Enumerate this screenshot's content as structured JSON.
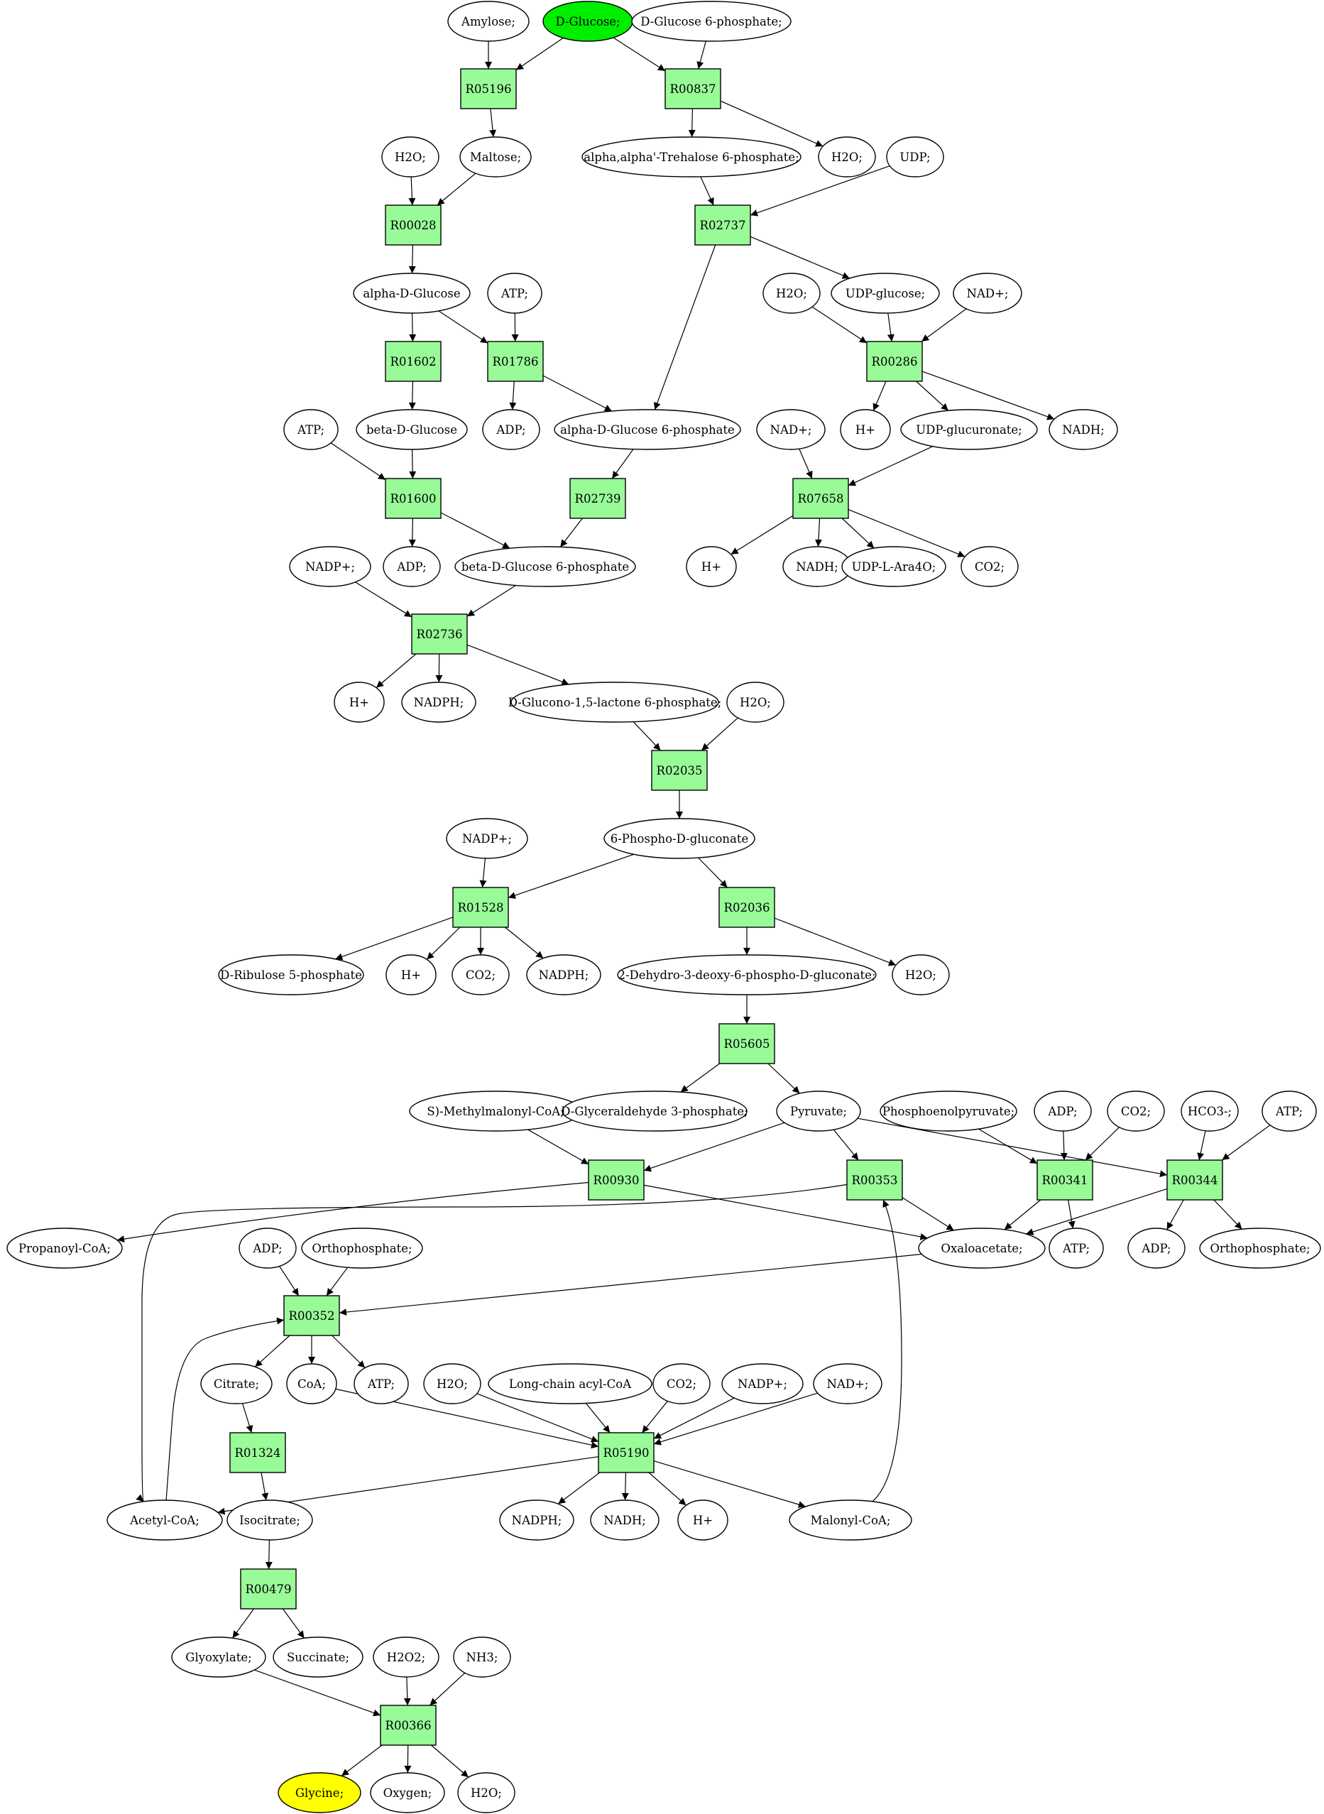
{
  "nodes": [
    {
      "id": "amylose",
      "label": "Amylose;",
      "shape": "ellipse"
    },
    {
      "id": "dglucose",
      "label": "D-Glucose;",
      "shape": "ellipse",
      "highlight": "#00ee00"
    },
    {
      "id": "dg6p",
      "label": "D-Glucose 6-phosphate;",
      "shape": "ellipse"
    },
    {
      "id": "R05196",
      "label": "R05196",
      "shape": "box"
    },
    {
      "id": "R00837",
      "label": "R00837",
      "shape": "box"
    },
    {
      "id": "maltose",
      "label": "Maltose;",
      "shape": "ellipse"
    },
    {
      "id": "h2o_1",
      "label": "H2O;",
      "shape": "ellipse"
    },
    {
      "id": "trehalose6p",
      "label": "alpha,alpha'-Trehalose 6-phosphate;",
      "shape": "ellipse"
    },
    {
      "id": "h2o_2",
      "label": "H2O;",
      "shape": "ellipse"
    },
    {
      "id": "udp",
      "label": "UDP;",
      "shape": "ellipse"
    },
    {
      "id": "R00028",
      "label": "R00028",
      "shape": "box"
    },
    {
      "id": "R02737",
      "label": "R02737",
      "shape": "box"
    },
    {
      "id": "alphadglucose",
      "label": "alpha-D-Glucose",
      "shape": "ellipse"
    },
    {
      "id": "atp_1",
      "label": "ATP;",
      "shape": "ellipse"
    },
    {
      "id": "h2o_3",
      "label": "H2O;",
      "shape": "ellipse"
    },
    {
      "id": "udpglucose",
      "label": "UDP-glucose;",
      "shape": "ellipse"
    },
    {
      "id": "nadp_1",
      "label": "NAD+;",
      "shape": "ellipse"
    },
    {
      "id": "R01602",
      "label": "R01602",
      "shape": "box"
    },
    {
      "id": "R01786",
      "label": "R01786",
      "shape": "box"
    },
    {
      "id": "R00286",
      "label": "R00286",
      "shape": "box"
    },
    {
      "id": "atp_2",
      "label": "ATP;",
      "shape": "ellipse"
    },
    {
      "id": "betadglucose",
      "label": "beta-D-Glucose",
      "shape": "ellipse"
    },
    {
      "id": "adp_1",
      "label": "ADP;",
      "shape": "ellipse"
    },
    {
      "id": "adg6p",
      "label": "alpha-D-Glucose 6-phosphate",
      "shape": "ellipse"
    },
    {
      "id": "nad_2",
      "label": "NAD+;",
      "shape": "ellipse"
    },
    {
      "id": "hplus_1",
      "label": "H+",
      "shape": "ellipse"
    },
    {
      "id": "udpglucuronate",
      "label": "UDP-glucuronate;",
      "shape": "ellipse"
    },
    {
      "id": "nadh_1",
      "label": "NADH;",
      "shape": "ellipse"
    },
    {
      "id": "R01600",
      "label": "R01600",
      "shape": "box"
    },
    {
      "id": "R02739",
      "label": "R02739",
      "shape": "box"
    },
    {
      "id": "R07658",
      "label": "R07658",
      "shape": "box"
    },
    {
      "id": "nadpplus_1",
      "label": "NADP+;",
      "shape": "ellipse"
    },
    {
      "id": "adp_2",
      "label": "ADP;",
      "shape": "ellipse"
    },
    {
      "id": "bdg6p",
      "label": "beta-D-Glucose 6-phosphate",
      "shape": "ellipse"
    },
    {
      "id": "hplus_2",
      "label": "H+",
      "shape": "ellipse"
    },
    {
      "id": "nadh_2",
      "label": "NADH;",
      "shape": "ellipse"
    },
    {
      "id": "udplara4o",
      "label": "UDP-L-Ara4O;",
      "shape": "ellipse"
    },
    {
      "id": "co2_1",
      "label": "CO2;",
      "shape": "ellipse"
    },
    {
      "id": "R02736",
      "label": "R02736",
      "shape": "box"
    },
    {
      "id": "hplus_3",
      "label": "H+",
      "shape": "ellipse"
    },
    {
      "id": "nadph_1",
      "label": "NADPH;",
      "shape": "ellipse"
    },
    {
      "id": "dglucono",
      "label": "D-Glucono-1,5-lactone 6-phosphate;",
      "shape": "ellipse"
    },
    {
      "id": "h2o_4",
      "label": "H2O;",
      "shape": "ellipse"
    },
    {
      "id": "R02035",
      "label": "R02035",
      "shape": "box"
    },
    {
      "id": "phosphogluconate",
      "label": "6-Phospho-D-gluconate",
      "shape": "ellipse"
    },
    {
      "id": "nadpplus_2",
      "label": "NADP+;",
      "shape": "ellipse"
    },
    {
      "id": "R01528",
      "label": "R01528",
      "shape": "box"
    },
    {
      "id": "R02036",
      "label": "R02036",
      "shape": "box"
    },
    {
      "id": "ribulose5p",
      "label": "D-Ribulose 5-phosphate",
      "shape": "ellipse"
    },
    {
      "id": "hplus_4",
      "label": "H+",
      "shape": "ellipse"
    },
    {
      "id": "co2_2",
      "label": "CO2;",
      "shape": "ellipse"
    },
    {
      "id": "nadph_2",
      "label": "NADPH;",
      "shape": "ellipse"
    },
    {
      "id": "kdpg",
      "label": "2-Dehydro-3-deoxy-6-phospho-D-gluconate;",
      "shape": "ellipse"
    },
    {
      "id": "h2o_5",
      "label": "H2O;",
      "shape": "ellipse"
    },
    {
      "id": "R05605",
      "label": "R05605",
      "shape": "box"
    },
    {
      "id": "smethylmalonyl",
      "label": "S)-Methylmalonyl-CoA;",
      "shape": "ellipse"
    },
    {
      "id": "g3p",
      "label": "D-Glyceraldehyde 3-phosphate;",
      "shape": "ellipse"
    },
    {
      "id": "pyruvate",
      "label": "Pyruvate;",
      "shape": "ellipse"
    },
    {
      "id": "pep",
      "label": "Phosphoenolpyruvate;",
      "shape": "ellipse"
    },
    {
      "id": "adp_3",
      "label": "ADP;",
      "shape": "ellipse"
    },
    {
      "id": "co2_3",
      "label": "CO2;",
      "shape": "ellipse"
    },
    {
      "id": "hco3",
      "label": "HCO3-;",
      "shape": "ellipse"
    },
    {
      "id": "atp_3",
      "label": "ATP;",
      "shape": "ellipse"
    },
    {
      "id": "R00930",
      "label": "R00930",
      "shape": "box"
    },
    {
      "id": "R00353",
      "label": "R00353",
      "shape": "box"
    },
    {
      "id": "R00341",
      "label": "R00341",
      "shape": "box"
    },
    {
      "id": "R00344",
      "label": "R00344",
      "shape": "box"
    },
    {
      "id": "propanoylcoa",
      "label": "Propanoyl-CoA;",
      "shape": "ellipse"
    },
    {
      "id": "oxaloacetate",
      "label": "Oxaloacetate;",
      "shape": "ellipse"
    },
    {
      "id": "atp_4",
      "label": "ATP;",
      "shape": "ellipse"
    },
    {
      "id": "adp_4",
      "label": "ADP;",
      "shape": "ellipse"
    },
    {
      "id": "orthophosphate_1",
      "label": "Orthophosphate;",
      "shape": "ellipse"
    },
    {
      "id": "adp_5",
      "label": "ADP;",
      "shape": "ellipse"
    },
    {
      "id": "orthophosphate_2",
      "label": "Orthophosphate;",
      "shape": "ellipse"
    },
    {
      "id": "R00352",
      "label": "R00352",
      "shape": "box"
    },
    {
      "id": "citrate",
      "label": "Citrate;",
      "shape": "ellipse"
    },
    {
      "id": "coa",
      "label": "CoA;",
      "shape": "ellipse"
    },
    {
      "id": "atp_5",
      "label": "ATP;",
      "shape": "ellipse"
    },
    {
      "id": "h2o_6",
      "label": "H2O;",
      "shape": "ellipse"
    },
    {
      "id": "lcacylcoa",
      "label": "Long-chain acyl-CoA",
      "shape": "ellipse"
    },
    {
      "id": "co2_4",
      "label": "CO2;",
      "shape": "ellipse"
    },
    {
      "id": "nadpplus_3",
      "label": "NADP+;",
      "shape": "ellipse"
    },
    {
      "id": "nadplus_3",
      "label": "NAD+;",
      "shape": "ellipse"
    },
    {
      "id": "R01324",
      "label": "R01324",
      "shape": "box"
    },
    {
      "id": "R05190",
      "label": "R05190",
      "shape": "box"
    },
    {
      "id": "acetylcoa",
      "label": "Acetyl-CoA;",
      "shape": "ellipse"
    },
    {
      "id": "isocitrate",
      "label": "Isocitrate;",
      "shape": "ellipse"
    },
    {
      "id": "nadph_3",
      "label": "NADPH;",
      "shape": "ellipse"
    },
    {
      "id": "nadh_3",
      "label": "NADH;",
      "shape": "ellipse"
    },
    {
      "id": "hplus_5",
      "label": "H+",
      "shape": "ellipse"
    },
    {
      "id": "malonylcoa",
      "label": "Malonyl-CoA;",
      "shape": "ellipse"
    },
    {
      "id": "R00479",
      "label": "R00479",
      "shape": "box"
    },
    {
      "id": "glyoxylate",
      "label": "Glyoxylate;",
      "shape": "ellipse"
    },
    {
      "id": "succinate",
      "label": "Succinate;",
      "shape": "ellipse"
    },
    {
      "id": "h2o2",
      "label": "H2O2;",
      "shape": "ellipse"
    },
    {
      "id": "nh3",
      "label": "NH3;",
      "shape": "ellipse"
    },
    {
      "id": "R00366",
      "label": "R00366",
      "shape": "box"
    },
    {
      "id": "glycine",
      "label": "Glycine;",
      "shape": "ellipse",
      "highlight": "#ffff00"
    },
    {
      "id": "oxygen",
      "label": "Oxygen;",
      "shape": "ellipse"
    },
    {
      "id": "h2o_7",
      "label": "H2O;",
      "shape": "ellipse"
    }
  ],
  "edges": [
    [
      "amylose",
      "R05196"
    ],
    [
      "dglucose",
      "R05196"
    ],
    [
      "dglucose",
      "R00837"
    ],
    [
      "dg6p",
      "R00837"
    ],
    [
      "R05196",
      "maltose"
    ],
    [
      "R00837",
      "trehalose6p"
    ],
    [
      "R00837",
      "h2o_2"
    ],
    [
      "h2o_1",
      "R00028"
    ],
    [
      "maltose",
      "R00028"
    ],
    [
      "trehalose6p",
      "R02737"
    ],
    [
      "udp",
      "R02737"
    ],
    [
      "R00028",
      "alphadglucose"
    ],
    [
      "R02737",
      "udpglucose"
    ],
    [
      "R02737",
      "adg6p"
    ],
    [
      "alphadglucose",
      "R01602"
    ],
    [
      "alphadglucose",
      "R01786"
    ],
    [
      "atp_1",
      "R01786"
    ],
    [
      "h2o_3",
      "R00286"
    ],
    [
      "udpglucose",
      "R00286"
    ],
    [
      "nadp_1",
      "R00286"
    ],
    [
      "R01602",
      "betadglucose"
    ],
    [
      "R01786",
      "adp_1"
    ],
    [
      "R01786",
      "adg6p"
    ],
    [
      "R00286",
      "hplus_1"
    ],
    [
      "R00286",
      "udpglucuronate"
    ],
    [
      "R00286",
      "nadh_1"
    ],
    [
      "atp_2",
      "R01600"
    ],
    [
      "betadglucose",
      "R01600"
    ],
    [
      "adg6p",
      "R02739"
    ],
    [
      "nad_2",
      "R07658"
    ],
    [
      "udpglucuronate",
      "R07658"
    ],
    [
      "R01600",
      "adp_2"
    ],
    [
      "R01600",
      "bdg6p"
    ],
    [
      "R02739",
      "bdg6p"
    ],
    [
      "R07658",
      "hplus_2"
    ],
    [
      "R07658",
      "nadh_2"
    ],
    [
      "R07658",
      "udplara4o"
    ],
    [
      "R07658",
      "co2_1"
    ],
    [
      "nadpplus_1",
      "R02736"
    ],
    [
      "bdg6p",
      "R02736"
    ],
    [
      "R02736",
      "hplus_3"
    ],
    [
      "R02736",
      "nadph_1"
    ],
    [
      "R02736",
      "dglucono"
    ],
    [
      "dglucono",
      "R02035"
    ],
    [
      "h2o_4",
      "R02035"
    ],
    [
      "R02035",
      "phosphogluconate"
    ],
    [
      "nadpplus_2",
      "R01528"
    ],
    [
      "phosphogluconate",
      "R01528"
    ],
    [
      "phosphogluconate",
      "R02036"
    ],
    [
      "R01528",
      "ribulose5p"
    ],
    [
      "R01528",
      "hplus_4"
    ],
    [
      "R01528",
      "co2_2"
    ],
    [
      "R01528",
      "nadph_2"
    ],
    [
      "R02036",
      "kdpg"
    ],
    [
      "R02036",
      "h2o_5"
    ],
    [
      "kdpg",
      "R05605"
    ],
    [
      "R05605",
      "g3p"
    ],
    [
      "R05605",
      "pyruvate"
    ],
    [
      "smethylmalonyl",
      "R00930"
    ],
    [
      "pyruvate",
      "R00930"
    ],
    [
      "pyruvate",
      "R00353"
    ],
    [
      "pyruvate",
      "R00344"
    ],
    [
      "pep",
      "R00341"
    ],
    [
      "adp_3",
      "R00341"
    ],
    [
      "co2_3",
      "R00341"
    ],
    [
      "hco3",
      "R00344"
    ],
    [
      "atp_3",
      "R00344"
    ],
    [
      "R00930",
      "propanoylcoa"
    ],
    [
      "R00930",
      "oxaloacetate"
    ],
    [
      "R00353",
      "oxaloacetate"
    ],
    [
      "R00353",
      "acetylcoa"
    ],
    [
      "R00341",
      "oxaloacetate"
    ],
    [
      "R00341",
      "atp_4"
    ],
    [
      "R00344",
      "oxaloacetate"
    ],
    [
      "R00344",
      "adp_4"
    ],
    [
      "R00344",
      "orthophosphate_1"
    ],
    [
      "adp_5",
      "R00352"
    ],
    [
      "orthophosphate_2",
      "R00352"
    ],
    [
      "oxaloacetate",
      "R00352"
    ],
    [
      "acetylcoa",
      "R00352"
    ],
    [
      "R00352",
      "citrate"
    ],
    [
      "R00352",
      "coa"
    ],
    [
      "R00352",
      "atp_5"
    ],
    [
      "coa",
      "R05190"
    ],
    [
      "h2o_6",
      "R05190"
    ],
    [
      "lcacylcoa",
      "R05190"
    ],
    [
      "co2_4",
      "R05190"
    ],
    [
      "nadpplus_3",
      "R05190"
    ],
    [
      "nadplus_3",
      "R05190"
    ],
    [
      "citrate",
      "R01324"
    ],
    [
      "R01324",
      "isocitrate"
    ],
    [
      "R05190",
      "acetylcoa"
    ],
    [
      "R05190",
      "nadph_3"
    ],
    [
      "R05190",
      "nadh_3"
    ],
    [
      "R05190",
      "hplus_5"
    ],
    [
      "R05190",
      "malonylcoa"
    ],
    [
      "malonylcoa",
      "R00353"
    ],
    [
      "isocitrate",
      "R00479"
    ],
    [
      "R00479",
      "glyoxylate"
    ],
    [
      "R00479",
      "succinate"
    ],
    [
      "glyoxylate",
      "R00366"
    ],
    [
      "h2o2",
      "R00366"
    ],
    [
      "nh3",
      "R00366"
    ],
    [
      "R00366",
      "glycine"
    ],
    [
      "R00366",
      "oxygen"
    ],
    [
      "R00366",
      "h2o_7"
    ]
  ]
}
